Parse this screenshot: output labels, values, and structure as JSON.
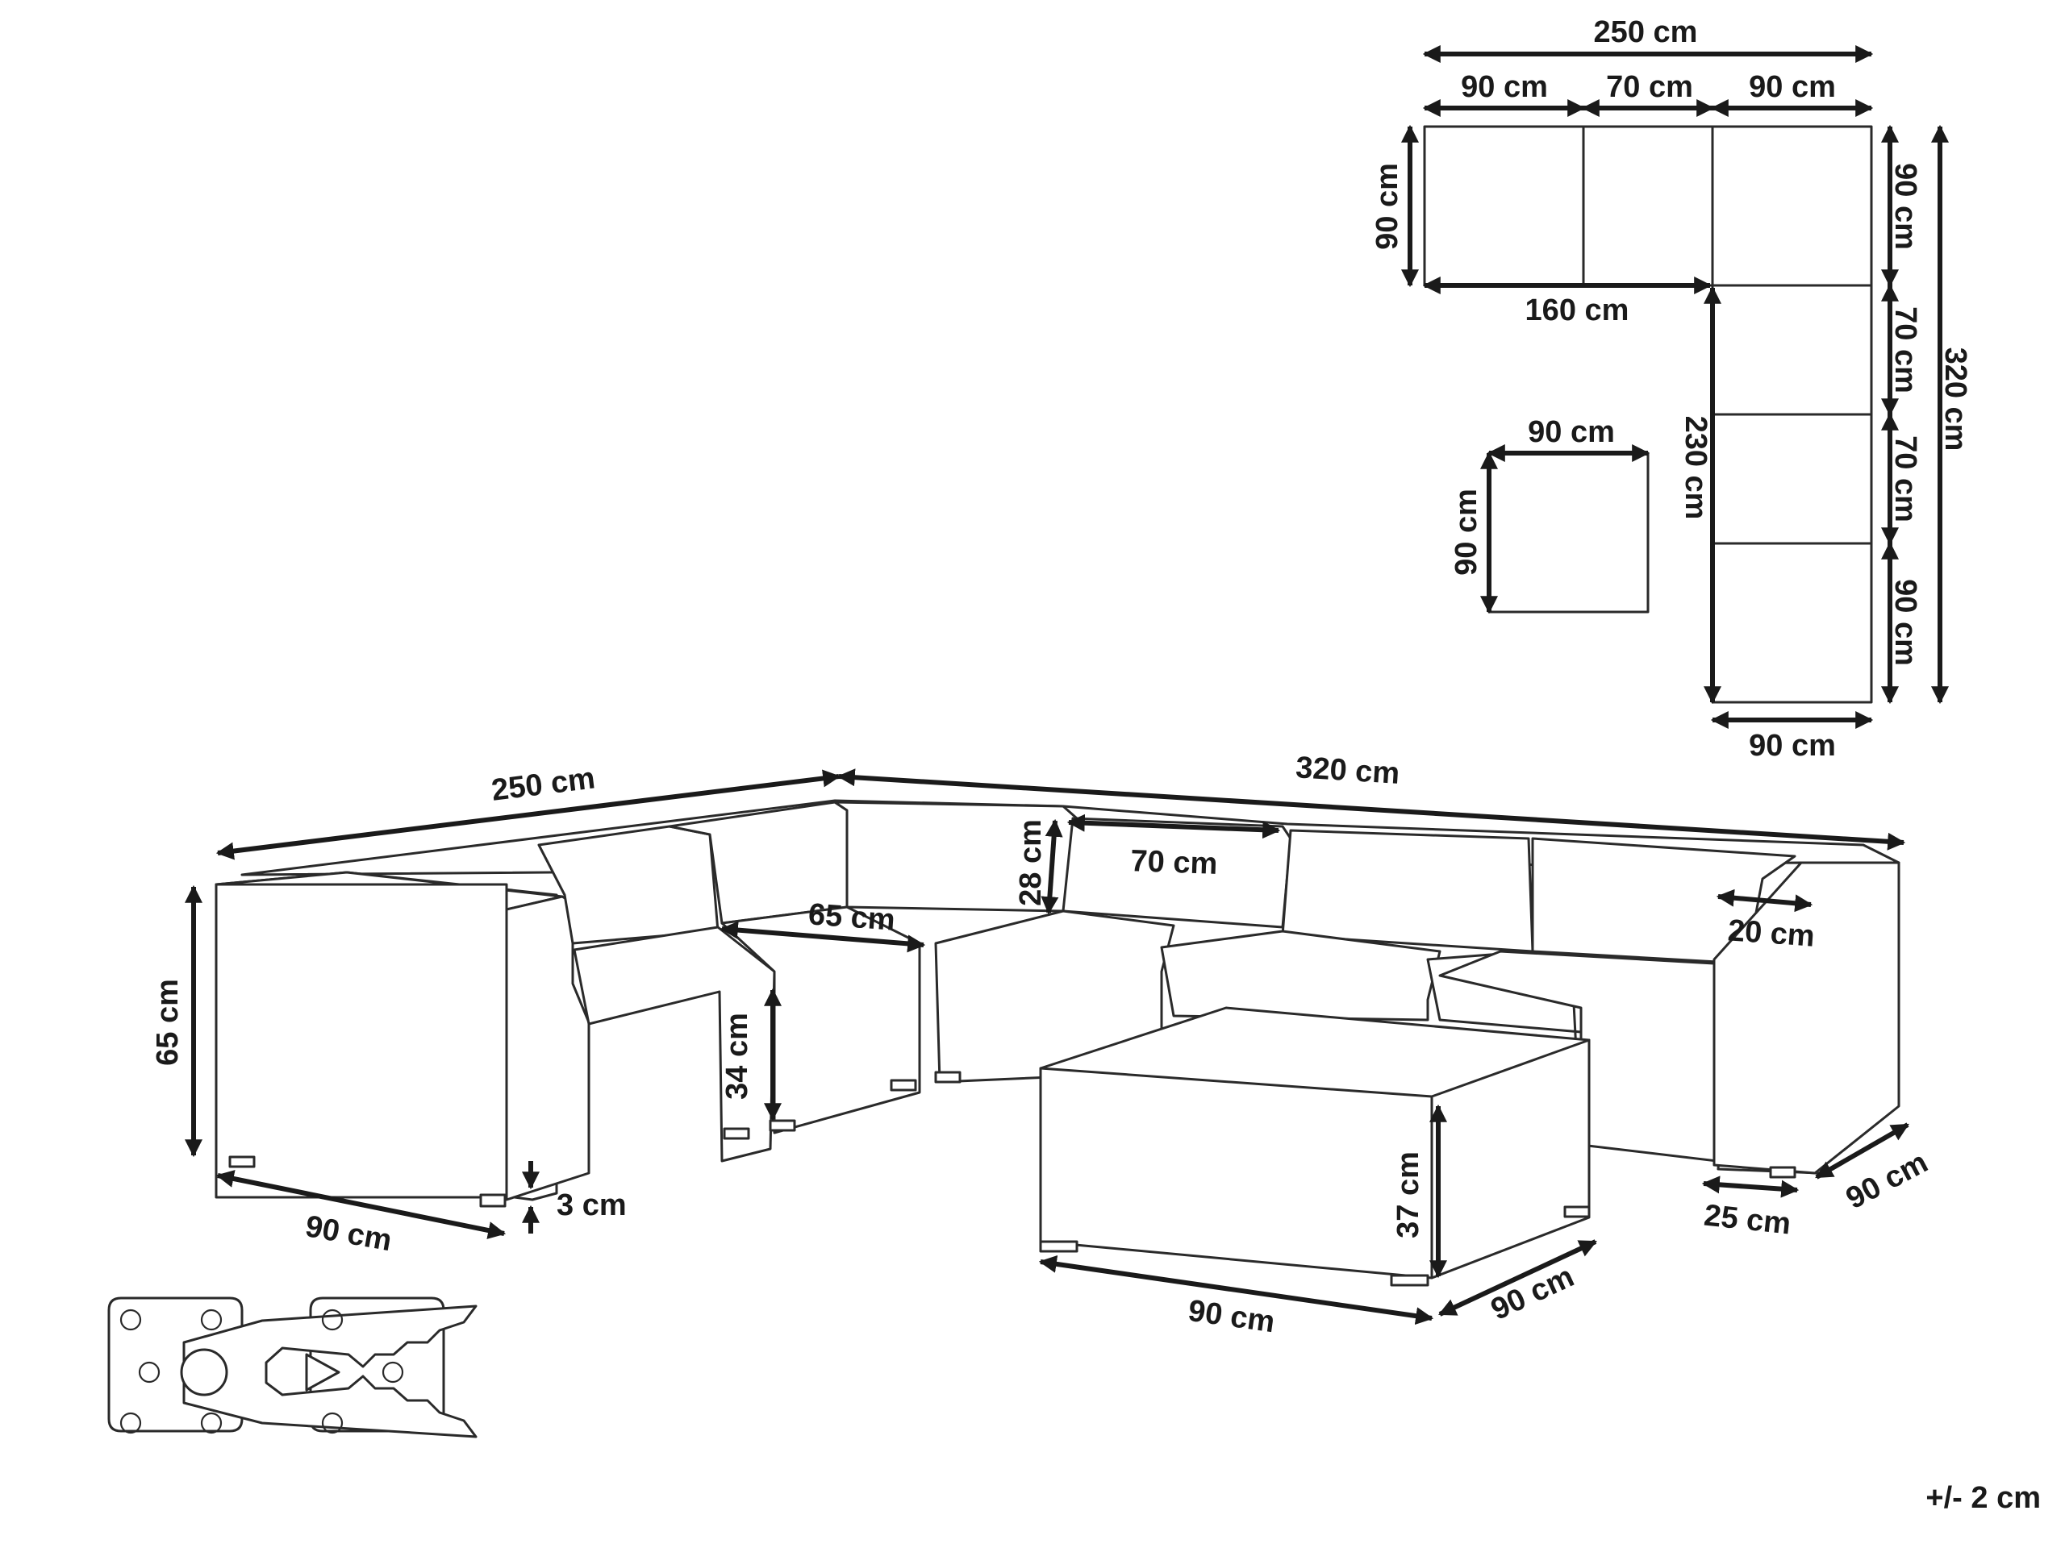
{
  "plan_view": {
    "top_total": "250 cm",
    "top_left": "90 cm",
    "top_middle": "70 cm",
    "top_right": "90 cm",
    "left_depth": "90 cm",
    "inner_width": "160 cm",
    "inner_depth": "230 cm",
    "right_segment_1": "90 cm",
    "right_segment_2": "70 cm",
    "right_segment_3": "70 cm",
    "right_segment_4": "90 cm",
    "right_total": "320 cm",
    "bottom_width": "90 cm",
    "ottoman_width": "90 cm",
    "ottoman_depth": "90 cm"
  },
  "perspective_view": {
    "left_length": "250 cm",
    "right_length": "320 cm",
    "height": "65 cm",
    "seat_height": "34 cm",
    "seat_depth": "65 cm",
    "back_thickness": "28 cm",
    "middle_width": "70 cm",
    "arm_width": "20 cm",
    "leg_height": "3 cm",
    "left_module_width": "90 cm",
    "right_module_width": "90 cm",
    "right_leg_inset": "25 cm"
  },
  "ottoman": {
    "height": "37 cm",
    "width": "90 cm",
    "depth": "90 cm"
  },
  "tolerance": "+/- 2 cm"
}
